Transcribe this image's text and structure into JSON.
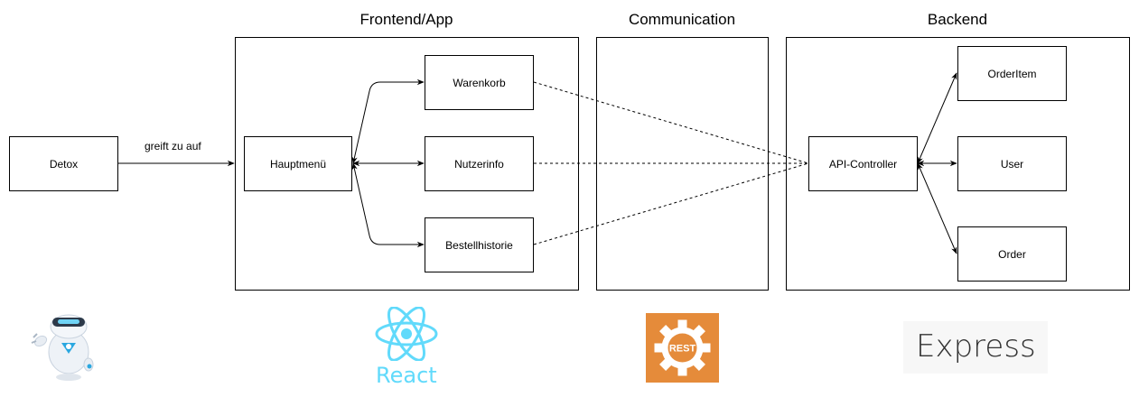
{
  "groups": {
    "frontend": {
      "title": "Frontend/App"
    },
    "communication": {
      "title": "Communication"
    },
    "backend": {
      "title": "Backend"
    }
  },
  "nodes": {
    "detox": "Detox",
    "hauptmenu": "Hauptmenü",
    "warenkorb": "Warenkorb",
    "nutzerinfo": "Nutzerinfo",
    "bestellhistorie": "Bestellhistorie",
    "api_controller": "API-Controller",
    "orderitem": "OrderItem",
    "user": "User",
    "order": "Order"
  },
  "edges": {
    "detox_to_hauptmenu": "greift zu auf"
  },
  "logos": {
    "detox": {
      "icon": "robot-mascot-icon"
    },
    "react": {
      "icon": "react-atom-icon",
      "text": "React",
      "color": "#61dafb"
    },
    "rest": {
      "icon": "rest-gear-icon",
      "text": "REST",
      "color": "#e58b3a"
    },
    "express": {
      "icon": "express-wordmark",
      "text": "Express"
    }
  }
}
